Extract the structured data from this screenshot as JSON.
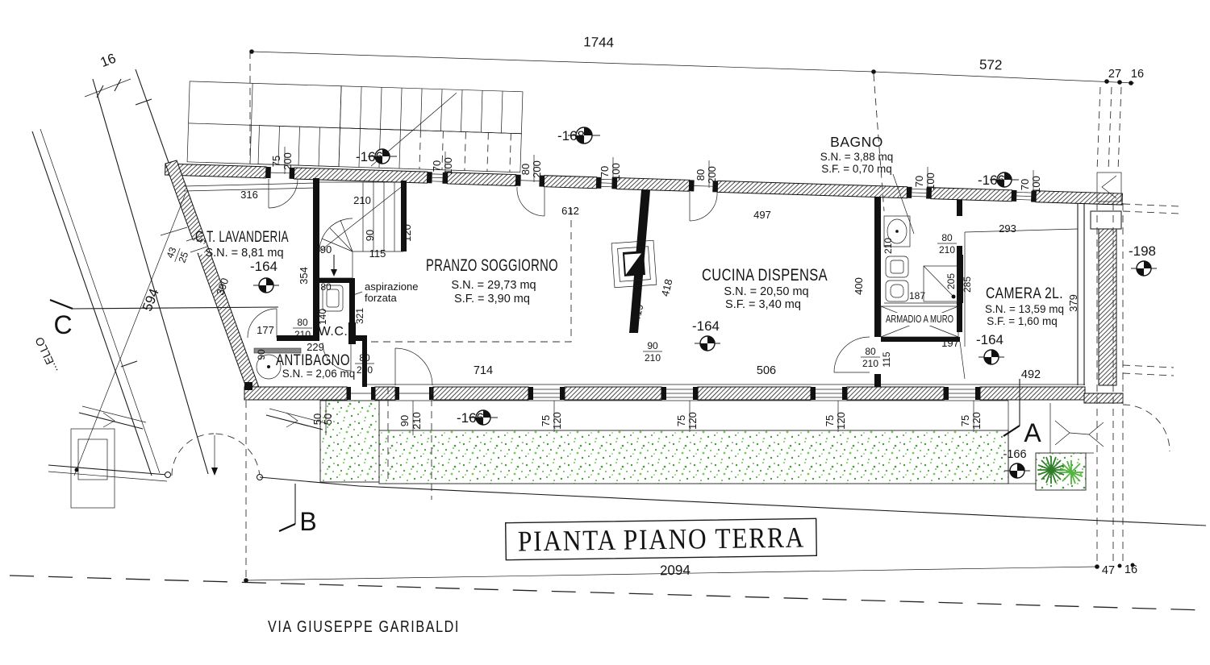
{
  "title": "PIANTA PIANO TERRA",
  "street_label": "VIA GIUSEPPE GARIBALDI",
  "side_label": "...ELLO",
  "rooms": {
    "lavanderia": {
      "name": "C.T. LAVANDERIA",
      "line1": "S.N. = 8,81 mq"
    },
    "pranzo": {
      "name": "PRANZO SOGGIORNO",
      "line1": "S.N. = 29,73 mq",
      "line2": "S.F. = 3,90 mq"
    },
    "cucina": {
      "name": "CUCINA DISPENSA",
      "line1": "S.N. = 20,50 mq",
      "line2": "S.F. = 3,40 mq"
    },
    "camera": {
      "name": "CAMERA 2L.",
      "line1": "S.N. = 13,59 mq",
      "line2": "S.F. = 1,60 mq"
    },
    "bagno": {
      "name": "BAGNO",
      "line1": "S.N. = 3,88 mq",
      "line2": "S.F. = 0,70 mq"
    },
    "antibagno": {
      "name": "ANTIBAGNO",
      "line1": "S.N. = 2,06 mq"
    },
    "wc": {
      "name": "W.C."
    },
    "armadio": {
      "name": "ARMADIO A MURO"
    }
  },
  "notes": {
    "asp1": "aspirazione",
    "asp2": "forzata"
  },
  "sections": {
    "a": "A",
    "b": "B",
    "c": "C"
  },
  "elevations": {
    "m168": "-168",
    "m166": "-166",
    "m164": "-164",
    "m198": "-198"
  },
  "dims": {
    "d16": "16",
    "d1744": "1744",
    "d572": "572",
    "d27": "27",
    "d594": "594",
    "d43": "43",
    "d25": "25",
    "d2094": "2094",
    "d47": "47",
    "d316": "316",
    "d210": "210",
    "d120": "120",
    "d90": "90",
    "d115": "115",
    "d354": "354",
    "d390": "390",
    "d612": "612",
    "d497": "497",
    "d293": "293",
    "d177": "177",
    "d229": "229",
    "d714": "714",
    "d506": "506",
    "d492": "492",
    "d419": "419",
    "d418": "418",
    "d400": "400",
    "d187": "187",
    "d197": "197",
    "d205": "205",
    "d285": "285",
    "d379": "379",
    "d321": "321",
    "d140": "140",
    "d80": "80"
  },
  "frac": {
    "w75": "75",
    "h200": "200",
    "w70": "70",
    "h100": "100",
    "w80": "80",
    "h210": "210",
    "w90": "90",
    "h120": "120",
    "w50": "50"
  },
  "colors": {
    "ink": "#1b1b1b",
    "garden_dark": "#3f9f34",
    "garden_light": "#74cc52"
  }
}
